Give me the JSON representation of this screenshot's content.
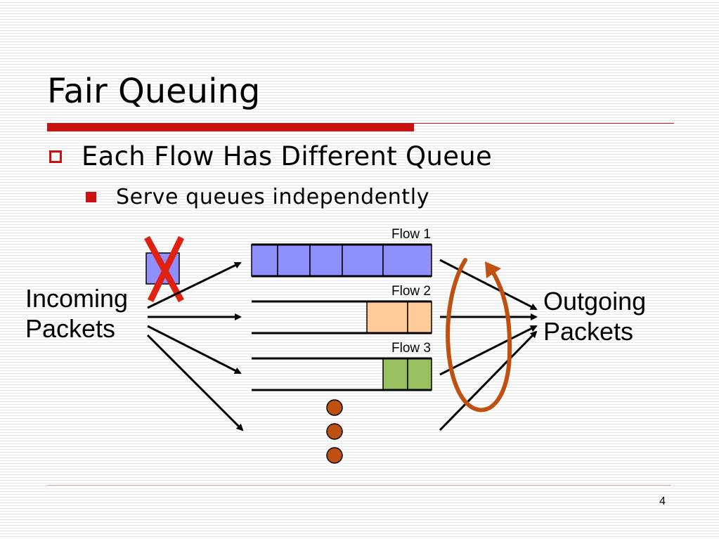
{
  "slide": {
    "title": "Fair Queuing",
    "bullet_level1": "Each Flow Has Different Queue",
    "bullet_level2": "Serve queues independently",
    "page_number": "4"
  },
  "diagram": {
    "incoming_label_line1": "Incoming",
    "incoming_label_line2": "Packets",
    "outgoing_label_line1": "Outgoing",
    "outgoing_label_line2": "Packets",
    "flows": [
      {
        "label": "Flow 1",
        "packet_color": "#8f8fff",
        "packet_count": 5
      },
      {
        "label": "Flow 2",
        "packet_color": "#ffcc99",
        "packet_count": 2
      },
      {
        "label": "Flow 3",
        "packet_color": "#99c060",
        "packet_count": 2
      }
    ],
    "dropped_packet_color": "#8f8fff",
    "drop_mark_color": "#e02010",
    "scheduler_arrow_color": "#c05010",
    "ellipsis_dot_color": "#c05010"
  },
  "colors": {
    "accent": "#cc1111"
  }
}
